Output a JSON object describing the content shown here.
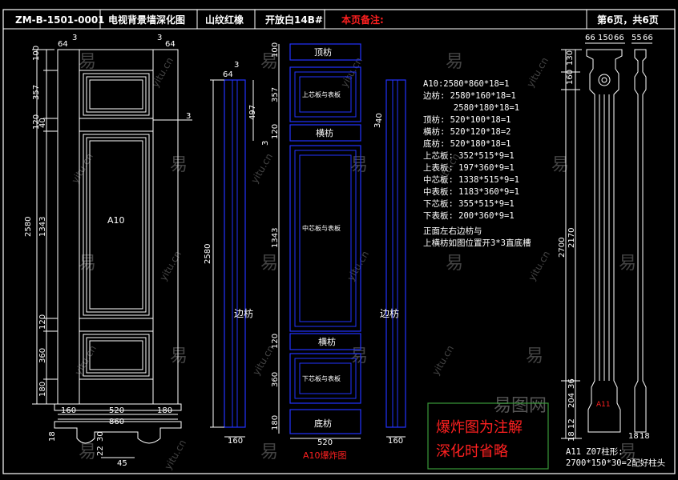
{
  "title_block": {
    "drawing_no": "ZM-B-1501-0001",
    "drawing_name": "电视背景墙深化图",
    "material": "山纹红橡",
    "finish": "开放白14B#",
    "remarks_label": "本页备注:",
    "page_info": "第6页，共6页"
  },
  "elevation": {
    "panel_label": "A10",
    "dims_vertical": [
      "100",
      "357",
      "120",
      "40",
      "2580",
      "1343",
      "120",
      "360",
      "180"
    ],
    "dims_top": [
      "64",
      "3",
      "3",
      "64"
    ],
    "dims_bottom": [
      "160",
      "520",
      "180",
      "860"
    ],
    "base_dims": [
      "18",
      "30",
      "22",
      "45"
    ],
    "side_mark": "3"
  },
  "stile_view": {
    "dims_top": [
      "64",
      "3"
    ],
    "dim_height": "2580",
    "dims_right": [
      "497",
      "3"
    ],
    "label": "边枋",
    "dim_bottom": "160"
  },
  "exploded": {
    "labels": {
      "top_rail": "顶枋",
      "upper_panel": "上芯板与表板",
      "mid_rail": "横枋",
      "middle_panel": "中芯板与表板",
      "lower_rail": "横枋",
      "lower_panel": "下芯板与表板",
      "bottom_rail": "底枋"
    },
    "dims_left": [
      "100",
      "357",
      "120",
      "1343",
      "120",
      "360",
      "180"
    ],
    "dim_bottom": "520",
    "caption": "A10爆炸图"
  },
  "stile_right": {
    "dims_top": [
      "3",
      "40"
    ],
    "label": "边枋",
    "dim_bottom": "160"
  },
  "specs": [
    "A10:2580*860*18=1",
    "边枋: 2580*160*18=1",
    "      2580*180*18=1",
    "顶枋: 520*100*18=1",
    "横枋: 520*120*18=2",
    "底枋: 520*180*18=1",
    "上芯板: 352*515*9=1",
    "上表板: 197*360*9=1",
    "中芯板: 1338*515*9=1",
    "中表板: 1183*360*9=1",
    "下芯板: 355*515*9=1",
    "下表板: 200*360*9=1",
    "正面左右边枋与",
    "上横枋如图位置开3*3直底槽"
  ],
  "note_box": {
    "line1": "爆炸图为注解",
    "line2": "深化时省略"
  },
  "column": {
    "dims_top": [
      "66",
      "150",
      "66",
      "55",
      "66"
    ],
    "dims_vertical": [
      "130",
      "160",
      "2700",
      "2170",
      "36",
      "204",
      "12",
      "18"
    ],
    "label": "A11",
    "caption1": "A11 Z07柱形:",
    "caption2": "2700*150*30=2配好柱头",
    "dims_bottom": [
      "18",
      "18"
    ]
  },
  "watermark": {
    "brand": "易图网",
    "text": "易",
    "site": "yitu.cn"
  },
  "colors": {
    "background": "#000000",
    "drawing": "#ffffff",
    "accent": "#2233ff",
    "annotation": "#ff2020",
    "note_border": "#3a9a3a"
  }
}
